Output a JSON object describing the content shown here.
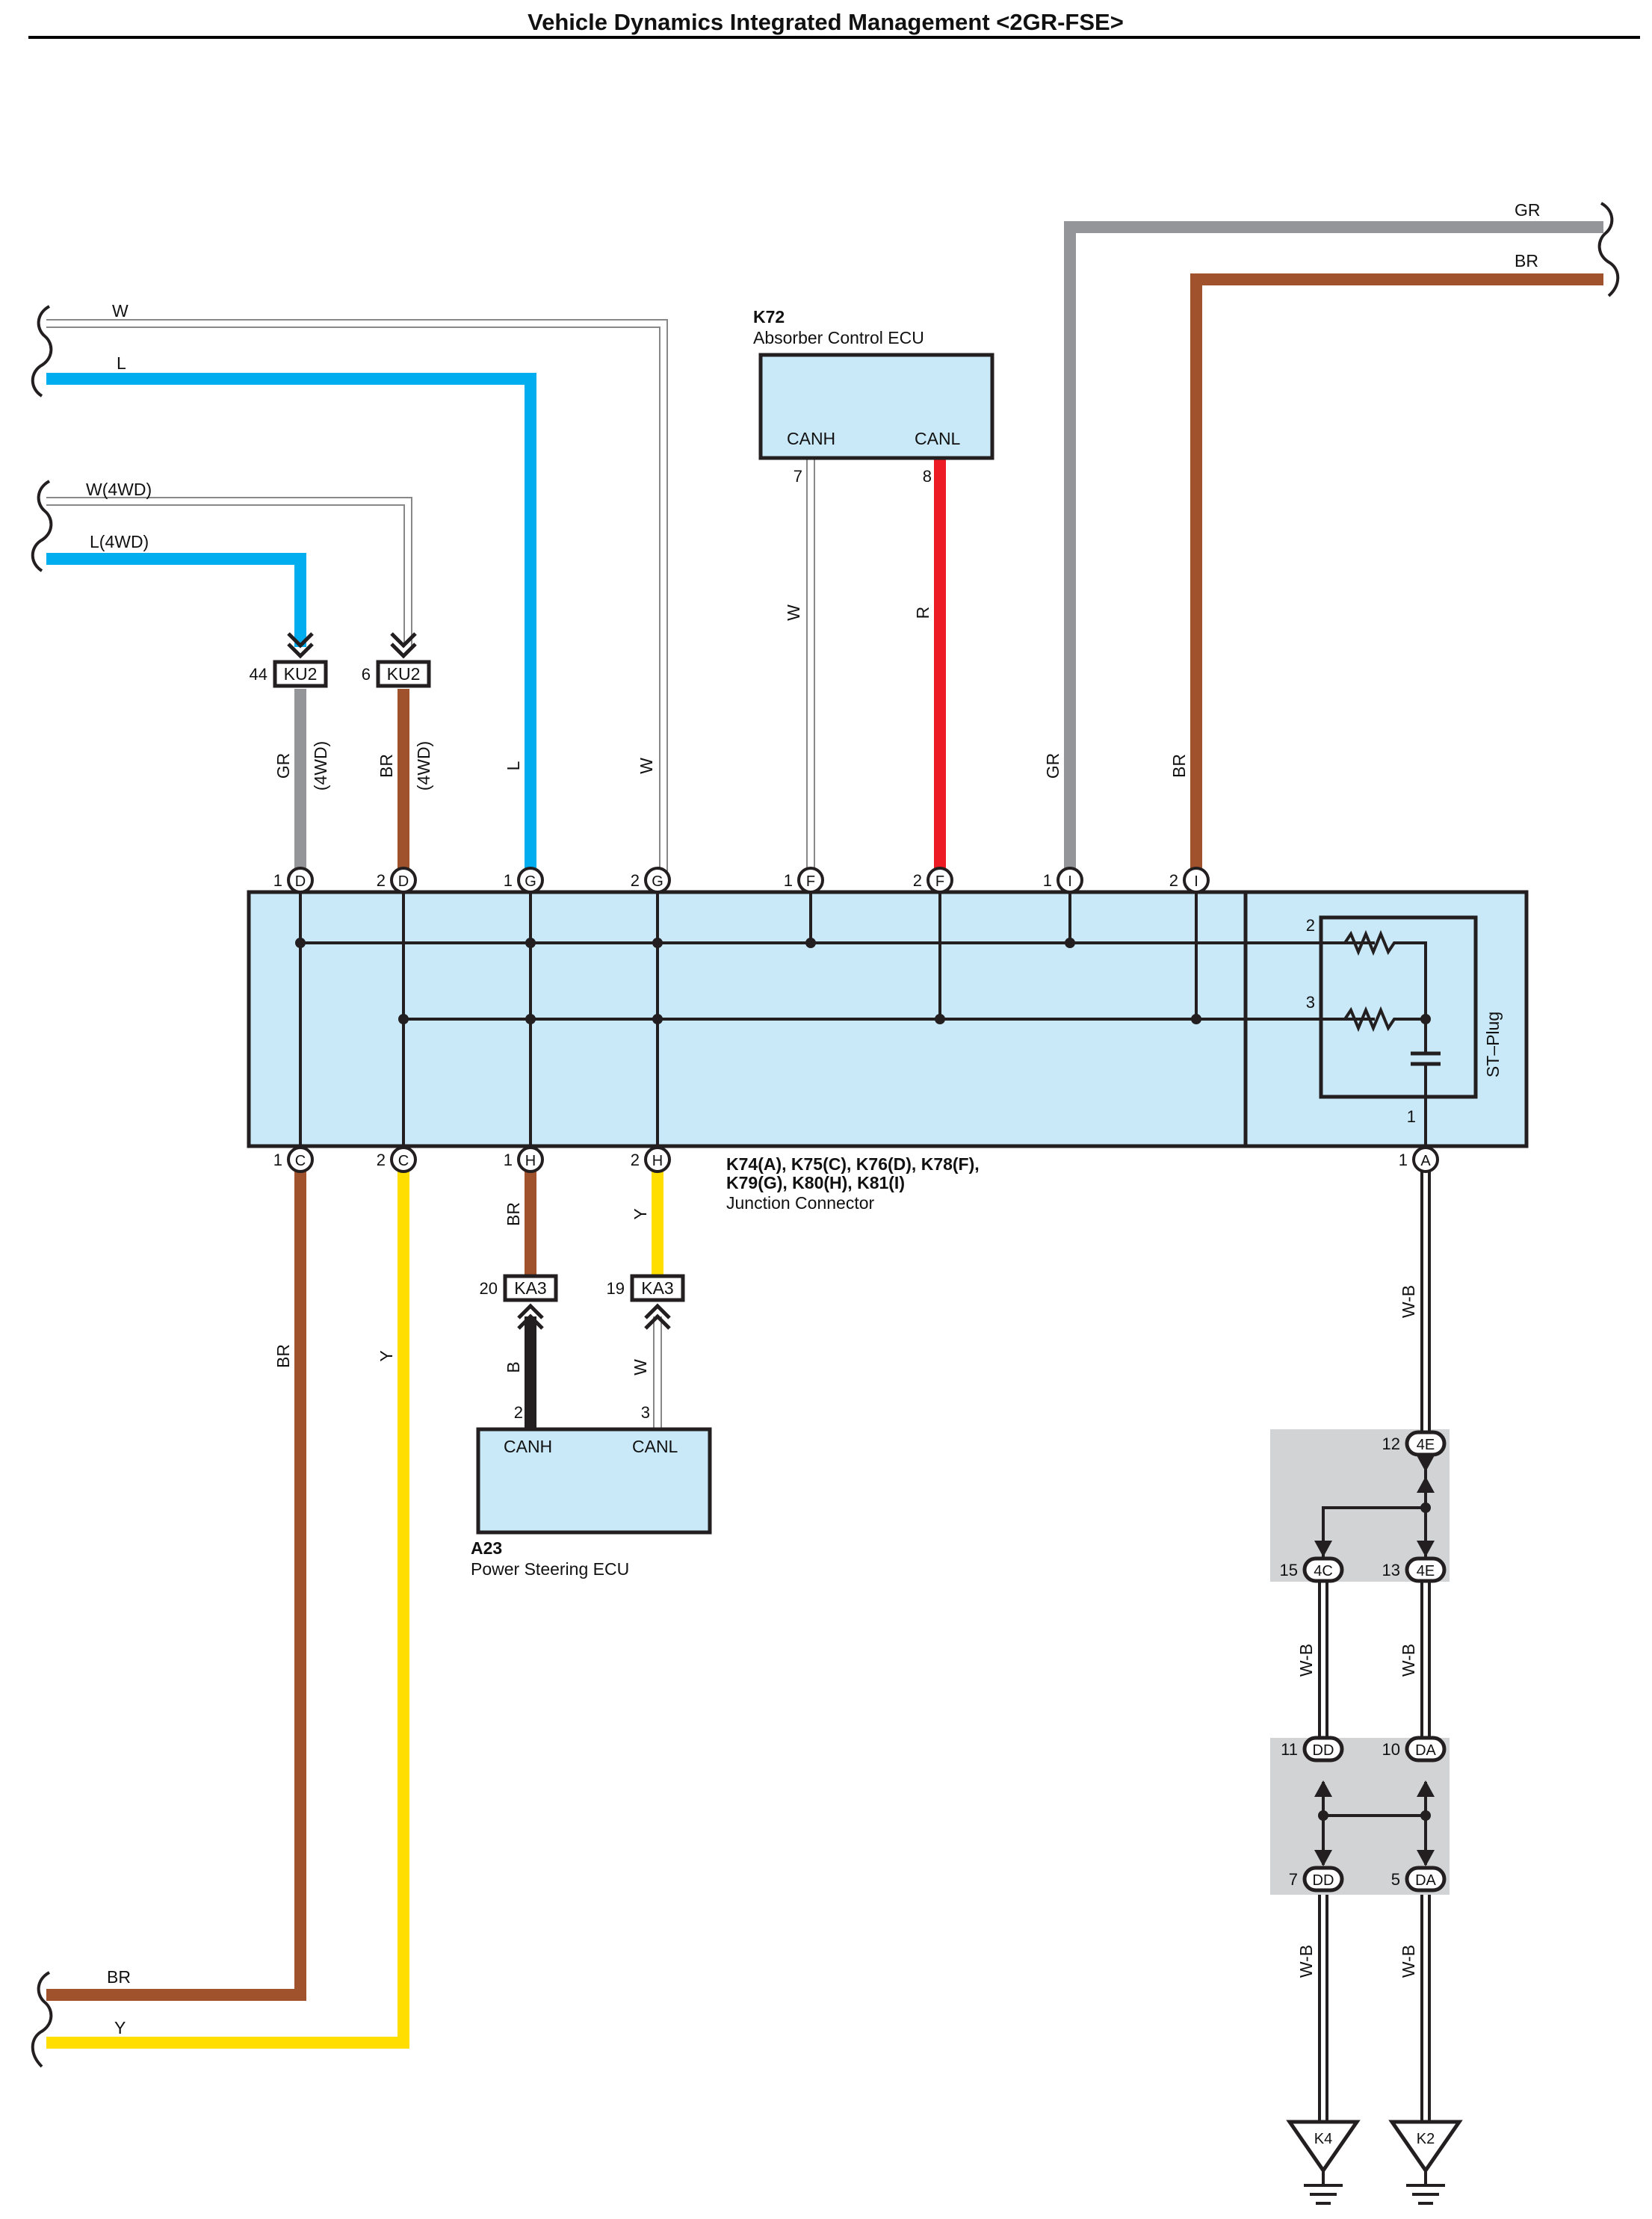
{
  "title": "Vehicle Dynamics Integrated Management <2GR-FSE>",
  "colors": {
    "W": "#ffffff",
    "L": "#00aeef",
    "GR": "#939598",
    "BR": "#a0522d",
    "R": "#ed1c24",
    "Y": "#ffde00",
    "B": "#231f20",
    "W-B": "#ffffff",
    "box_fill": "#c9e9f8",
    "shade_fill": "#d1d3d4"
  },
  "icons": [
    "open-wire-break-icon",
    "connector-arrow-icon",
    "resistor-icon",
    "capacitor-icon",
    "ground-icon"
  ],
  "edge_wires": {
    "top_left": [
      "W",
      "L",
      "W(4WD)",
      "L(4WD)"
    ],
    "top_right": [
      "GR",
      "BR"
    ],
    "bottom_left": [
      "BR",
      "Y"
    ]
  },
  "k72": {
    "code": "K72",
    "name": "Absorber Control ECU",
    "canh": "CANH",
    "canl": "CANL",
    "pin_canh": "7",
    "pin_canl": "8",
    "wire_canh": "W",
    "wire_canl": "R"
  },
  "a23": {
    "code": "A23",
    "name": "Power Steering ECU",
    "canh": "CANH",
    "canl": "CANL",
    "pin_canh": "2",
    "pin_canl": "3",
    "wire_canh": "B",
    "wire_canl": "W"
  },
  "ku2": [
    {
      "pin": "44",
      "code": "KU2",
      "wire": "GR",
      "note": "(4WD)"
    },
    {
      "pin": "6",
      "code": "KU2",
      "wire": "BR",
      "note": "(4WD)"
    }
  ],
  "ka3": [
    {
      "pin": "20",
      "code": "KA3",
      "wire": "BR"
    },
    {
      "pin": "19",
      "code": "KA3",
      "wire": "Y"
    }
  ],
  "junction": {
    "line1": "K74(A), K75(C), K76(D), K78(F),",
    "line2": "K79(G), K80(H), K81(I)",
    "name": "Junction Connector",
    "top_pins": [
      {
        "pin": "1",
        "letter": "D",
        "wire": "GR"
      },
      {
        "pin": "2",
        "letter": "D",
        "wire": "BR"
      },
      {
        "pin": "1",
        "letter": "G",
        "wire": "L"
      },
      {
        "pin": "2",
        "letter": "G",
        "wire": "W"
      },
      {
        "pin": "1",
        "letter": "F",
        "wire": "W"
      },
      {
        "pin": "2",
        "letter": "F",
        "wire": "R"
      },
      {
        "pin": "1",
        "letter": "I",
        "wire": "GR"
      },
      {
        "pin": "2",
        "letter": "I",
        "wire": "BR"
      }
    ],
    "bottom_pins": [
      {
        "pin": "1",
        "letter": "C",
        "wire": "BR"
      },
      {
        "pin": "2",
        "letter": "C",
        "wire": "Y"
      },
      {
        "pin": "1",
        "letter": "H",
        "wire": "BR"
      },
      {
        "pin": "2",
        "letter": "H",
        "wire": "Y"
      },
      {
        "pin": "1",
        "letter": "A",
        "wire": "W-B"
      }
    ],
    "st_plug": {
      "label": "ST–Plug",
      "pin2": "2",
      "pin3": "3",
      "pin1": "1"
    }
  },
  "ground_path": {
    "wire": "W-B",
    "conn_4e_top": {
      "pin": "12",
      "code": "4E"
    },
    "conn_4c": {
      "pin": "15",
      "code": "4C"
    },
    "conn_4e_bottom": {
      "pin": "13",
      "code": "4E"
    },
    "conn_dd_top": {
      "pin": "11",
      "code": "DD"
    },
    "conn_da_top": {
      "pin": "10",
      "code": "DA"
    },
    "conn_dd_bottom": {
      "pin": "7",
      "code": "DD"
    },
    "conn_da_bottom": {
      "pin": "5",
      "code": "DA"
    },
    "grounds": [
      "K4",
      "K2"
    ]
  }
}
